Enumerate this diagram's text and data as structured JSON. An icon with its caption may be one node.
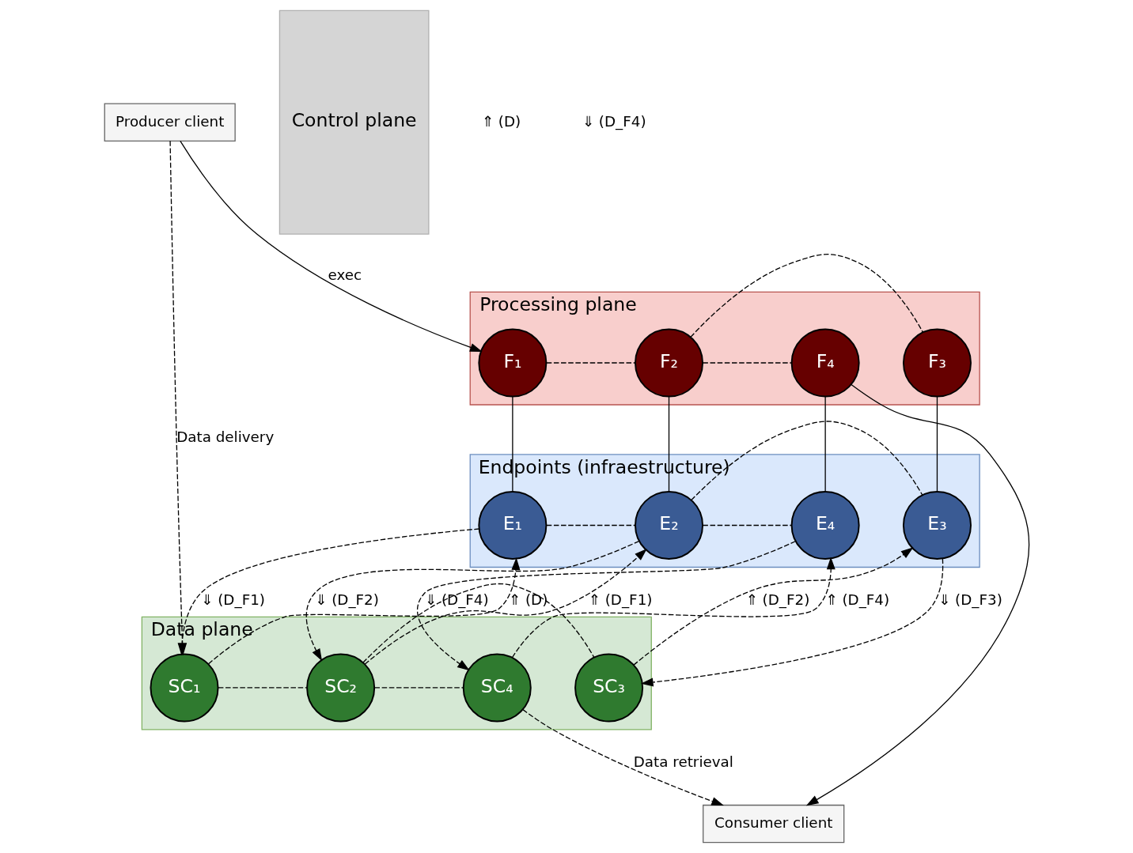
{
  "diagram": {
    "nodes": [
      {
        "text": [
          "Processing plane"
        ]
      },
      {
        "text": [
          "F₁"
        ],
        "in": 0
      },
      {
        "text": [
          "F₂"
        ],
        "in": 0
      },
      {
        "text": [
          "F₃"
        ],
        "in": 0
      },
      {
        "text": [
          "F₄"
        ],
        "in": 0
      },
      {
        "text": [
          "Endpoints (infraestructure)"
        ]
      },
      {
        "text": [
          "E₁"
        ],
        "in": 5
      },
      {
        "text": [
          "E₂"
        ],
        "in": 5
      },
      {
        "text": [
          "E₃"
        ],
        "in": 5
      },
      {
        "text": [
          "E₄"
        ],
        "in": 5
      },
      {
        "text": [
          "Data plane"
        ]
      },
      {
        "text": [
          "SC₁"
        ],
        "in": 10
      },
      {
        "text": [
          "SC₂"
        ],
        "in": 10
      },
      {
        "text": [
          "SC₃"
        ],
        "in": 10
      },
      {
        "text": [
          "SC₄"
        ],
        "in": 10
      },
      {
        "text": [
          "Producer client"
        ]
      },
      {
        "text": [
          "Consumer client"
        ]
      },
      {
        "text": [
          "Control plane"
        ]
      }
    ],
    "edges": [
      {
        "from": 15,
        "to": 1,
        "arrow": "to",
        "label": "exec"
      },
      {
        "from": 1,
        "to": 2,
        "arrow": "none",
        "style": "dashed"
      },
      {
        "from": 2,
        "to": 3,
        "arrow": "none",
        "style": "dashed"
      },
      {
        "from": 2,
        "to": 4,
        "arrow": "none",
        "style": "dashed"
      },
      {
        "from": 4,
        "to": 16,
        "arrow": "to"
      },
      {
        "from": 1,
        "to": 6,
        "arrow": "none"
      },
      {
        "from": 2,
        "to": 7,
        "arrow": "none"
      },
      {
        "from": 3,
        "to": 8,
        "arrow": "none"
      },
      {
        "from": 4,
        "to": 9,
        "arrow": "none"
      },
      {
        "from": 6,
        "to": 7,
        "arrow": "none",
        "style": "dashed"
      },
      {
        "from": 7,
        "to": 8,
        "arrow": "none",
        "style": "dashed"
      },
      {
        "from": 7,
        "to": 9,
        "arrow": "none",
        "style": "dashed"
      },
      {
        "from": 11,
        "to": 6,
        "arrow": "to",
        "style": "dashed",
        "label": "⇑ (D)"
      },
      {
        "from": 6,
        "to": 11,
        "arrow": "to",
        "style": "dashed",
        "label": "⇓ (D_F1)"
      },
      {
        "from": 12,
        "to": 7,
        "arrow": "to",
        "style": "dashed",
        "label": "⇑ (D_F1)"
      },
      {
        "from": 7,
        "to": 12,
        "arrow": "to",
        "style": "dashed",
        "label": "⇓ (D_F2)"
      },
      {
        "from": 13,
        "to": 8,
        "arrow": "to",
        "style": "dashed",
        "label": "⇑ (D_F2)"
      },
      {
        "from": 8,
        "to": 13,
        "arrow": "to",
        "style": "dashed",
        "label": "⇓ (D_F3)"
      },
      {
        "from": 14,
        "to": 9,
        "arrow": "to",
        "style": "dashed",
        "label": "⇑ (D_F4)"
      },
      {
        "from": 9,
        "to": 14,
        "arrow": "to",
        "style": "dashed",
        "label": "⇓ (D_F4)"
      },
      {
        "from": 11,
        "to": 12,
        "arrow": "none",
        "style": "dashed"
      },
      {
        "from": 12,
        "to": 13,
        "arrow": "none",
        "style": "dashed"
      },
      {
        "from": 12,
        "to": 14,
        "arrow": "none",
        "style": "dashed"
      },
      {
        "from": 15,
        "to": 11,
        "arrow": "to",
        "style": "dashed",
        "label": "Data delivery"
      },
      {
        "from": 14,
        "to": 16,
        "arrow": "to",
        "style": "dashed",
        "label": "Data retrieval"
      }
    ],
    "labels": [
      "⇑ (D)",
      "⇓ (D_F4)"
    ]
  }
}
